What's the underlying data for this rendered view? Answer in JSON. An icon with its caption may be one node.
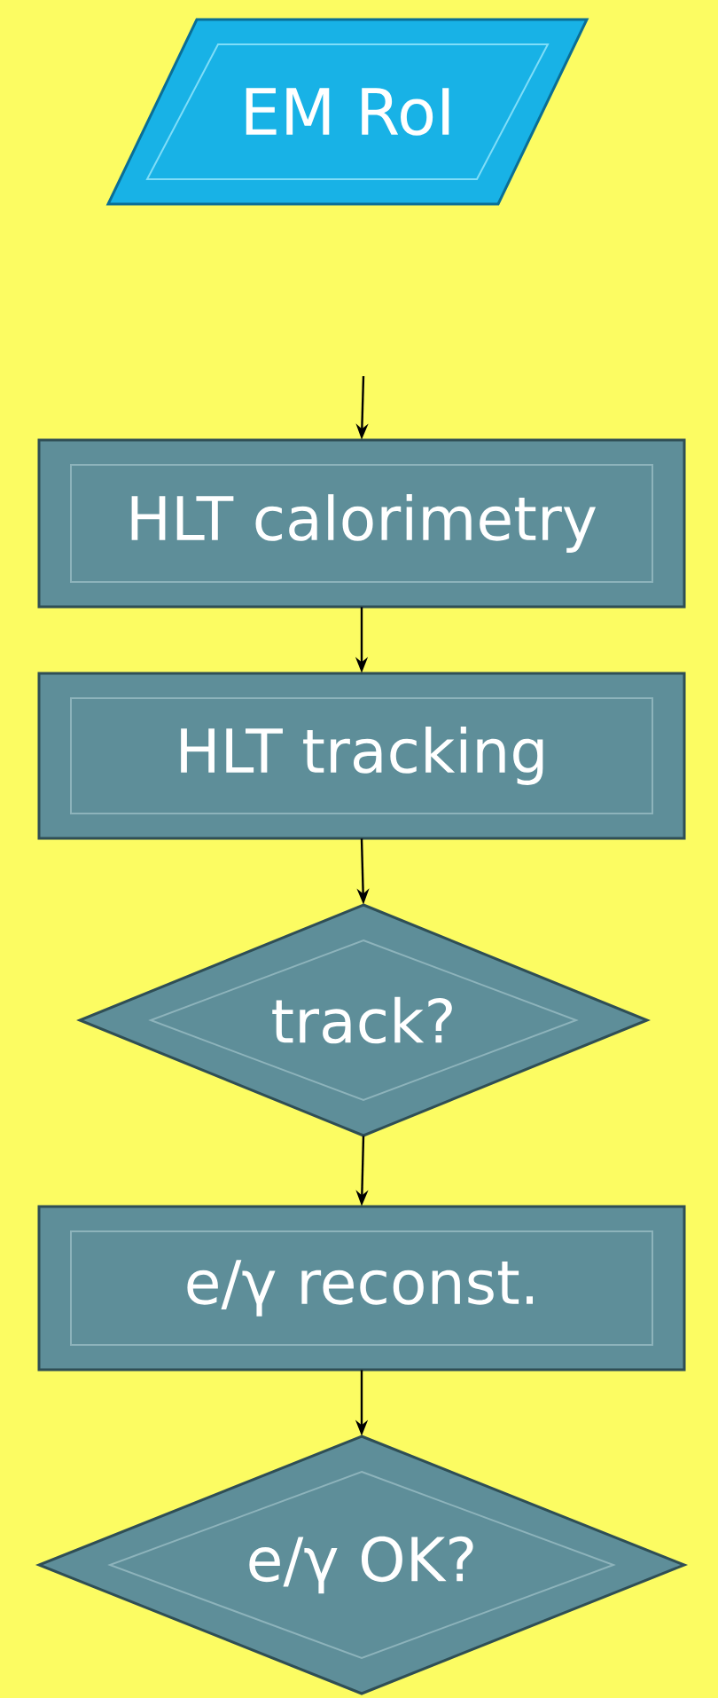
{
  "diagram": {
    "nodes": [
      {
        "text": [
          "EM RoI"
        ]
      },
      {
        "text": [
          "HLT calorimetry"
        ]
      },
      {
        "text": [
          "HLT tracking"
        ]
      },
      {
        "text": [
          "track?"
        ]
      },
      {
        "text": [
          "e/γ reconst."
        ]
      },
      {
        "text": [
          "e/γ OK?"
        ]
      }
    ],
    "edges": [
      {
        "from": null,
        "to": 1,
        "arrow": "to"
      },
      {
        "from": 1,
        "to": 2,
        "arrow": "to"
      },
      {
        "from": 2,
        "to": 3,
        "arrow": "to"
      },
      {
        "from": 3,
        "to": 4,
        "arrow": "to"
      },
      {
        "from": 4,
        "to": 5,
        "arrow": "to"
      }
    ]
  }
}
